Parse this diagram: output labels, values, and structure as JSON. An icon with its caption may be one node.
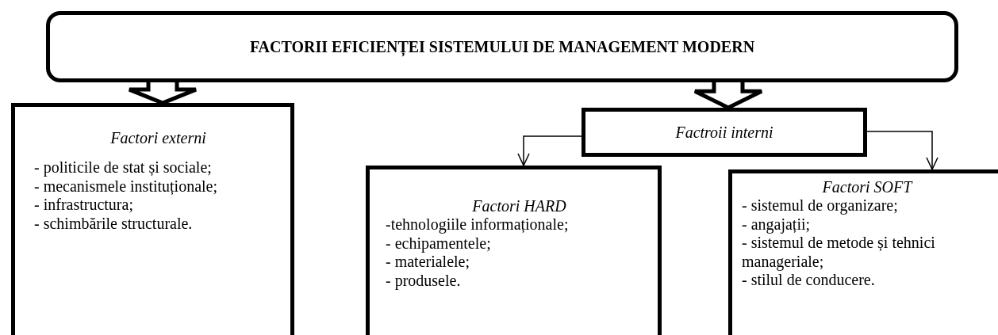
{
  "diagram": {
    "nodes": [
      {
        "text": [
          "FACTORII EFICIENȚEI SISTEMULUI DE MANAGEMENT MODERN"
        ]
      },
      {
        "text": [
          "Factori externi",
          "- politicile de stat și sociale;",
          "- mecanismele instituționale;",
          "- infrastructura;",
          "- schimbările structurale."
        ]
      },
      {
        "text": [
          "Factroii interni"
        ]
      },
      {
        "text": [
          "Factori HARD",
          "-tehnologiile informaționale;",
          "- echipamentele;",
          "- materialele;",
          "- produsele."
        ]
      },
      {
        "text": [
          "Factori SOFT",
          "- sistemul de organizare;",
          "- angajații;",
          "- sistemul de metode și tehnici manageriale;",
          "- stilul de conducere."
        ]
      }
    ],
    "edges": [
      {
        "from": 0,
        "to": 1,
        "arrow": "to",
        "style": "thick"
      },
      {
        "from": 0,
        "to": 2,
        "arrow": "to",
        "style": "thick"
      },
      {
        "from": 2,
        "to": 3,
        "arrow": "to"
      },
      {
        "from": 2,
        "to": 4,
        "arrow": "to"
      }
    ]
  }
}
